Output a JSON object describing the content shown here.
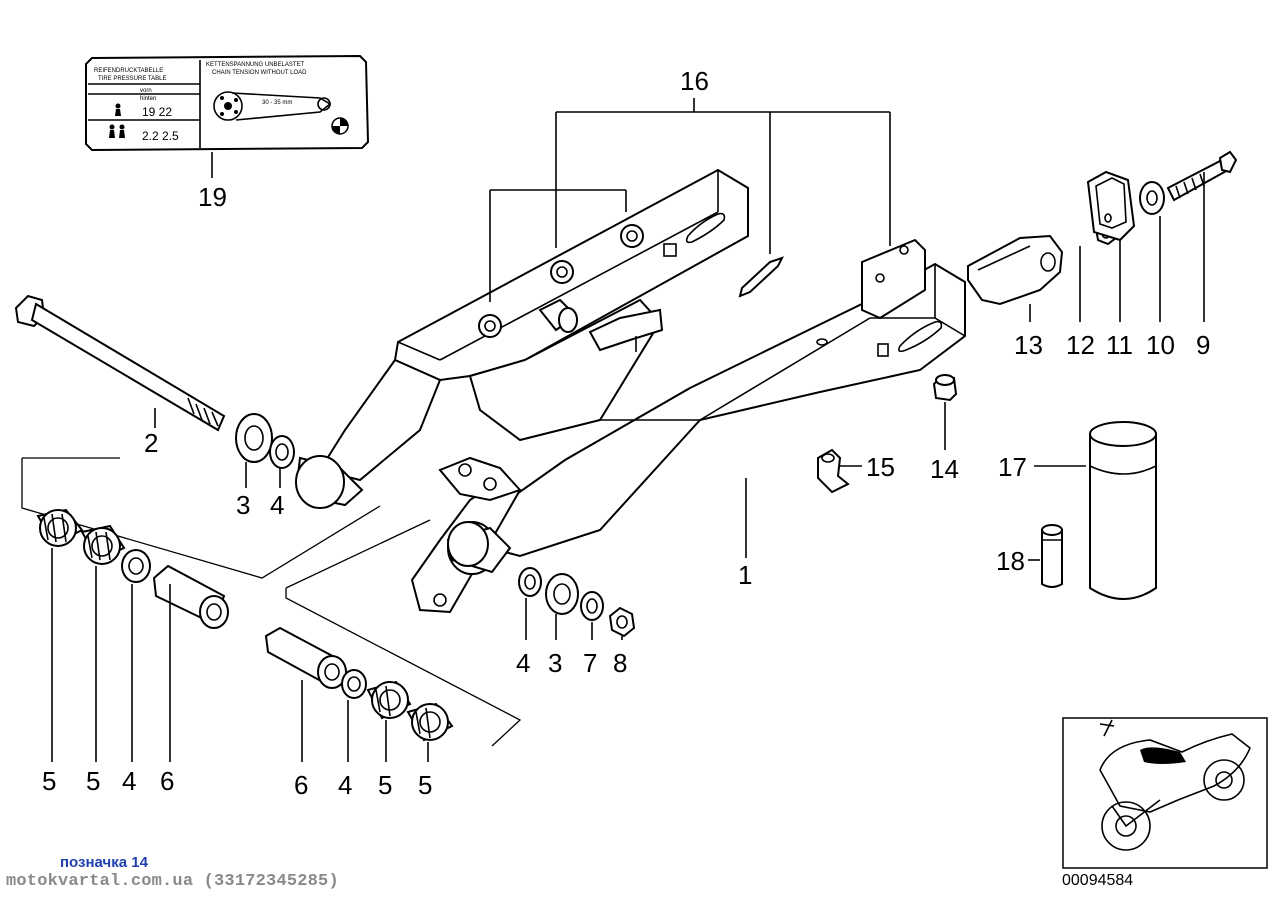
{
  "callouts": {
    "c1": "1",
    "c2": "2",
    "c3a": "3",
    "c4a": "4",
    "c3b": "3",
    "c4b": "4",
    "c7": "7",
    "c8": "8",
    "c5a": "5",
    "c5b": "5",
    "c4c": "4",
    "c6a": "6",
    "c6b": "6",
    "c4d": "4",
    "c5c": "5",
    "c5d": "5",
    "c9": "9",
    "c10": "10",
    "c11": "11",
    "c12": "12",
    "c13": "13",
    "c14": "14",
    "c15": "15",
    "c16": "16",
    "c17": "17",
    "c18": "18",
    "c19": "19"
  },
  "tag": {
    "line1_left": "REIFENDRUCKTABELLE",
    "line2_left": "TIRE PRESSURE TABLE",
    "line1_right": "KETTENSPANNUNG UNBELASTET",
    "line2_right": "CHAIN TENSION WITHOUT LOAD",
    "front": "vorn",
    "rear": "hinten",
    "solo": "19 22",
    "duo": "2.2 2.5",
    "range": "30 - 35 mm"
  },
  "footer": {
    "caption": "позначка 14",
    "site": "motokvartal.com.ua (33172345285)",
    "ref": "00094584"
  }
}
